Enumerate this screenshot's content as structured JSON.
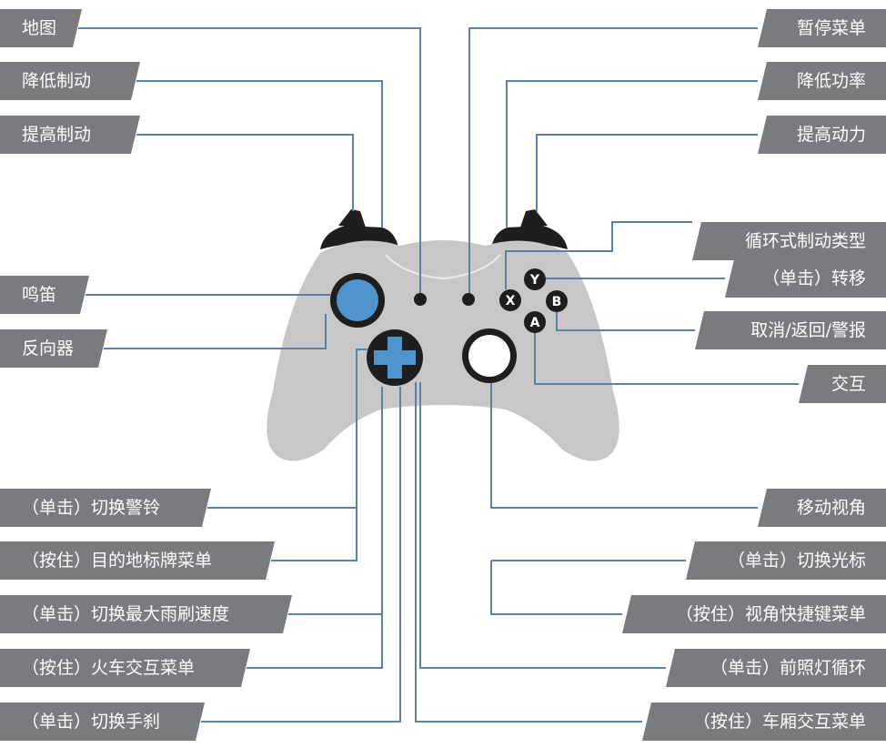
{
  "left_labels": [
    {
      "id": "map",
      "text": "地图"
    },
    {
      "id": "brake-down",
      "text": "降低制动"
    },
    {
      "id": "brake-up",
      "text": "提高制动"
    },
    {
      "id": "horn",
      "text": "鸣笛"
    },
    {
      "id": "reverser",
      "text": "反向器"
    },
    {
      "id": "alarm",
      "text": "（单击）切换警铃"
    },
    {
      "id": "destination-menu",
      "text": "（按住）目的地标牌菜单"
    },
    {
      "id": "wiper",
      "text": "（单击）切换最大雨刷速度"
    },
    {
      "id": "train-menu",
      "text": "（按住）火车交互菜单"
    },
    {
      "id": "handbrake",
      "text": "（单击）切换手刹"
    }
  ],
  "right_labels": [
    {
      "id": "pause",
      "text": "暂停菜单"
    },
    {
      "id": "power-down",
      "text": "降低功率"
    },
    {
      "id": "power-up",
      "text": "提高动力"
    },
    {
      "id": "brake-type",
      "text": "循环式制动类型"
    },
    {
      "id": "transfer",
      "text": "（单击）转移"
    },
    {
      "id": "cancel",
      "text": "取消/返回/警报"
    },
    {
      "id": "interact",
      "text": "交互"
    },
    {
      "id": "camera",
      "text": "移动视角"
    },
    {
      "id": "cursor",
      "text": "（单击）切换光标"
    },
    {
      "id": "camera-menu",
      "text": "（按住）视角快捷键菜单"
    },
    {
      "id": "headlight",
      "text": "（单击）前照灯循环"
    },
    {
      "id": "carriage-menu",
      "text": "（按住）车厢交互菜单"
    }
  ],
  "face_buttons": {
    "y": "Y",
    "x": "X",
    "b": "B",
    "a": "A"
  },
  "colors": {
    "label_bg": "#7a7b7e",
    "label_text": "#ffffff",
    "leader_line": "#5b82a6",
    "controller_body": "#c7c7c7",
    "accent_blue": "#4f94cd",
    "dark": "#1e1e1e"
  }
}
